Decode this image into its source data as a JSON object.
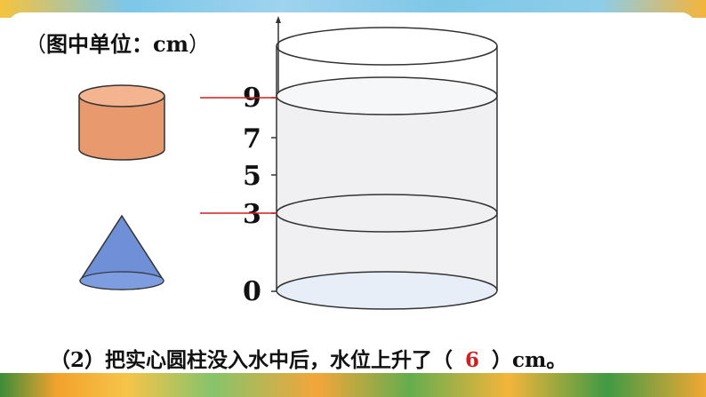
{
  "unit_note": {
    "open_paren": "（",
    "text": "图中单位：cm",
    "close_paren": "）"
  },
  "scale": {
    "tick_labels": [
      "9",
      "7",
      "5",
      "3",
      "0"
    ]
  },
  "question": {
    "prefix": "（2）把实心圆柱没入水中后，水位上升了（",
    "answer": "6",
    "suffix": "）cm。"
  },
  "colors": {
    "cylinder_solid": "#e89a6e",
    "cone_solid": "#6f8fd6",
    "water_fill": "#e7eef8",
    "marker_line": "#d11f1f",
    "answer": "#d11f1f"
  }
}
